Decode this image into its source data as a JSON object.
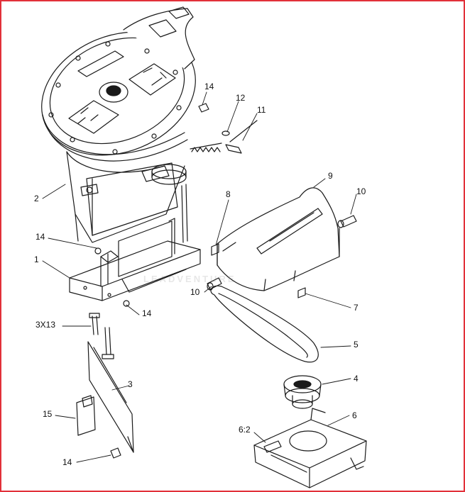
{
  "watermark": "LEADVENTURE",
  "callouts": {
    "c14a": "14",
    "c12": "12",
    "c11": "11",
    "c9": "9",
    "c10a": "10",
    "c8": "8",
    "c2": "2",
    "c14b": "14",
    "c1": "1",
    "c10b": "10",
    "c7": "7",
    "c14c": "14",
    "c3x13": "3X13",
    "c5": "5",
    "c4": "4",
    "c3": "3",
    "c15": "15",
    "c6": "6",
    "c62": "6:2",
    "c14d": "14"
  },
  "colors": {
    "frame": "#e2303a",
    "line": "#1a1a1a"
  }
}
